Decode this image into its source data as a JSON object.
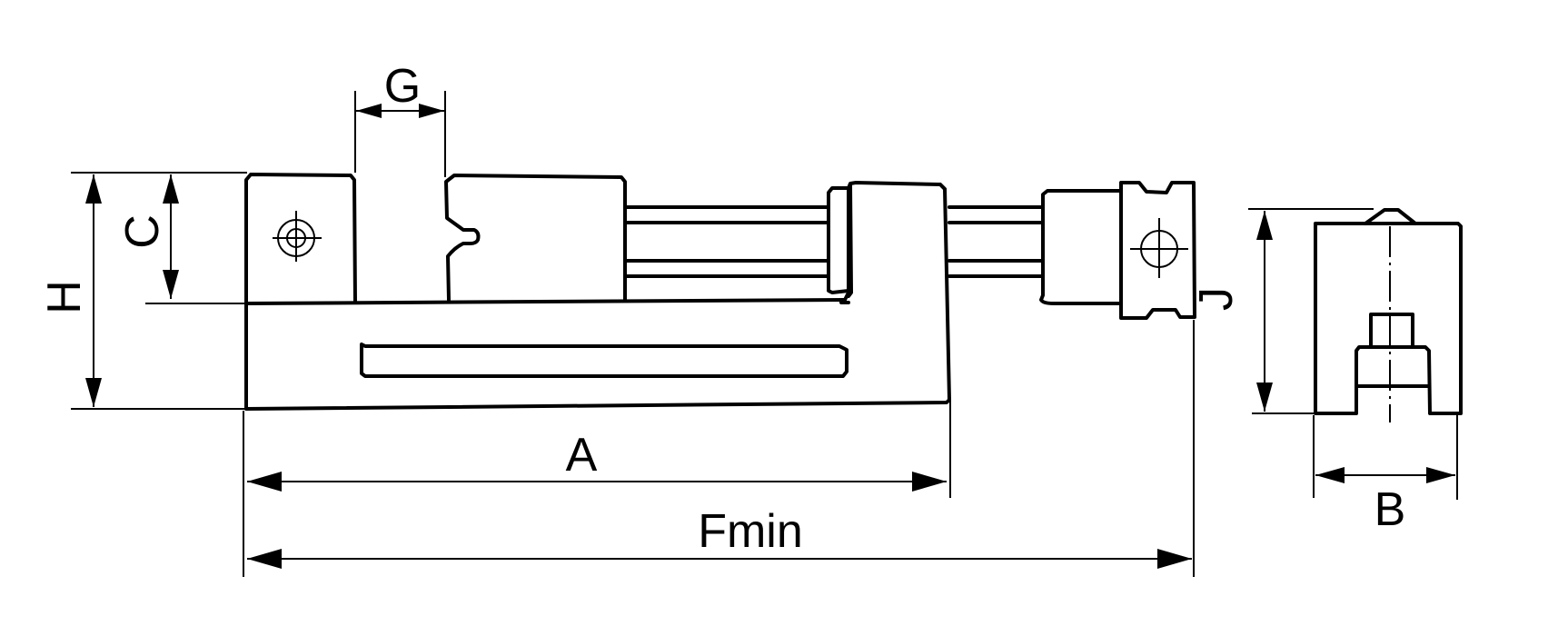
{
  "labels": {
    "G": "G",
    "C": "C",
    "H": "H",
    "A": "A",
    "Fmin": "Fmin",
    "J": "J",
    "B": "B"
  },
  "colors": {
    "line": "#000000",
    "background": "#ffffff"
  }
}
